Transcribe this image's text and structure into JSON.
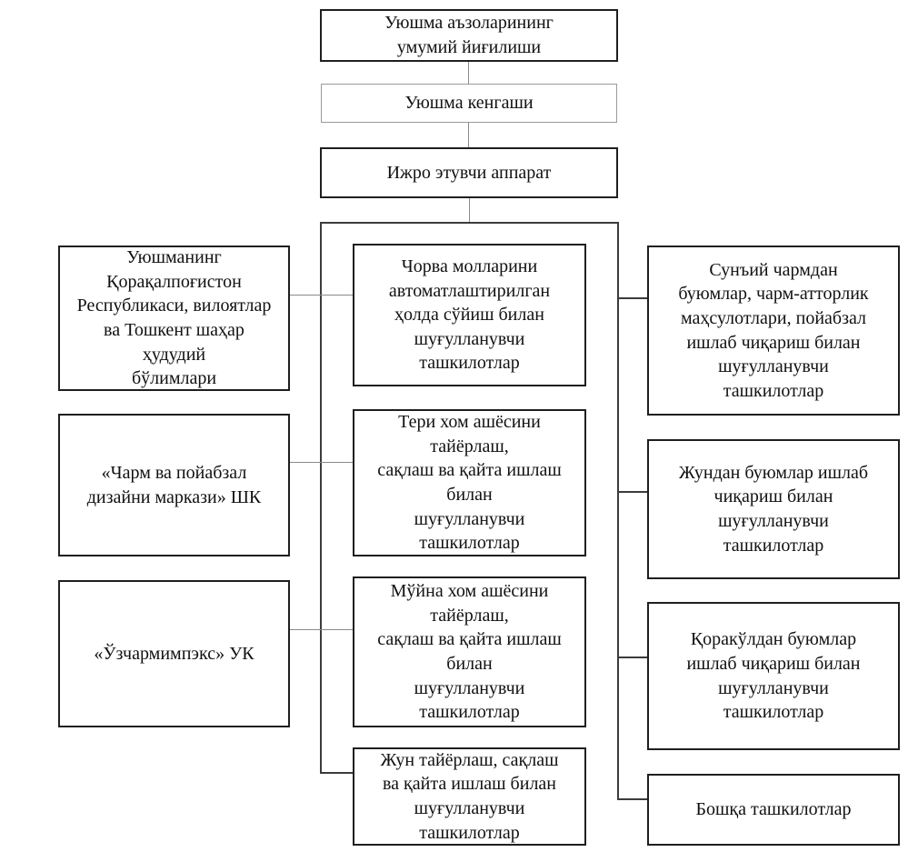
{
  "diagram": {
    "title": "Association organizational structure chart (Uzbek)",
    "top_nodes": [
      {
        "id": "general-meeting",
        "label": "Уюшма аъзоларининг\nумумий йиғилиши"
      },
      {
        "id": "council",
        "label": "Уюшма кенгаши"
      },
      {
        "id": "executive-apparatus",
        "label": "Ижро этувчи аппарат"
      }
    ],
    "left_nodes": [
      {
        "id": "territorial-divisions",
        "label": "Уюшманинг\nҚорақалпоғистон\nРеспубликаси, вилоятлар\nва Тошкент шаҳар\nҳудудий\nбўлимлари"
      },
      {
        "id": "design-center",
        "label": "«Чарм ва пойабзал\nдизайни маркази» ШК"
      },
      {
        "id": "uzcharmimpex",
        "label": "«Ўзчармимпэкс» УК"
      }
    ],
    "middle_nodes": [
      {
        "id": "livestock-slaughter-orgs",
        "label": "Чорва молларини\nавтоматлаштирилган\nҳолда сўйиш билан\nшуғулланувчи\nташкилотлар"
      },
      {
        "id": "hide-raw-material-orgs",
        "label": "Тери хом ашёсини\nтайёрлаш,\nсақлаш ва қайта ишлаш\nбилан\nшуғулланувчи\nташкилотлар"
      },
      {
        "id": "fur-raw-material-orgs",
        "label": "Мўйна хом ашёсини\nтайёрлаш,\nсақлаш ва қайта ишлаш\nбилан\nшуғулланувчи\nташкилотлар"
      },
      {
        "id": "wool-preparation-orgs",
        "label": "Жун тайёрлаш, сақлаш\nва қайта ишлаш билан\nшуғулланувчи\nташкилотлар"
      }
    ],
    "right_nodes": [
      {
        "id": "synthetic-leather-orgs",
        "label": "Сунъий чармдан\nбуюмлар, чарм-атторлик\nмаҳсулотлари, пойабзал\nишлаб чиқариш билан\nшуғулланувчи\nташкилотлар"
      },
      {
        "id": "wool-products-orgs",
        "label": "Жундан буюмлар ишлаб\nчиқариш билан\nшуғулланувчи\nташкилотлар"
      },
      {
        "id": "karakul-products-orgs",
        "label": "Қоракўлдан буюмлар\nишлаб чиқариш билан\nшуғулланувчи\nташкилотлар"
      },
      {
        "id": "other-orgs",
        "label": "Бошқа ташкилотлар"
      }
    ],
    "colors": {
      "box_border": "#1f1f1f",
      "secondary_box_border": "#9a9a9a",
      "connector": "#3c3c3c",
      "connector_light": "#8a8a8a",
      "background": "#ffffff",
      "text": "#111111"
    }
  }
}
